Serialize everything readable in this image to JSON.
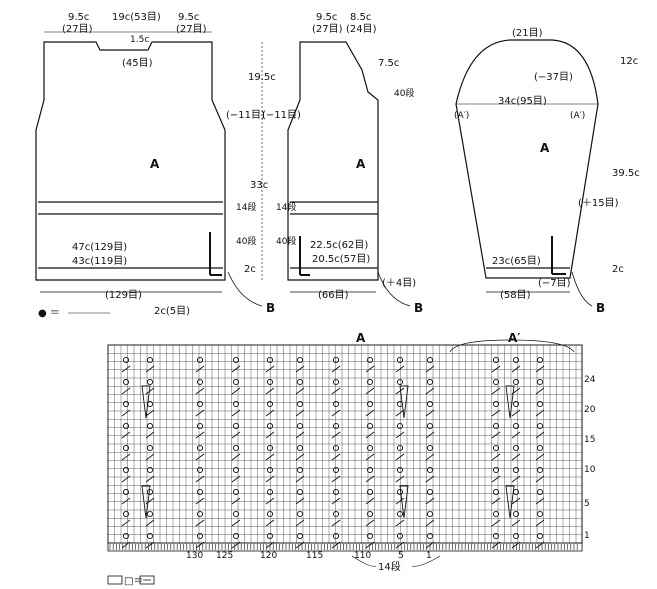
{
  "front": {
    "top_left": "9.5c",
    "top_mid": "19c(53目)",
    "top_right": "9.5c",
    "top_left_st": "(27目)",
    "top_right_st": "(27目)",
    "neck_depth": "1.5c",
    "neck_st": "(45目)",
    "armhole_h": "19.5c",
    "side_dec": "(−11目)",
    "body_h": "33c",
    "rib_h": "2c",
    "band14": "14段",
    "band40": "40段",
    "bust": "47c(129目)",
    "hip": "43c(119目)",
    "bottom_st": "(129目)",
    "label_A": "A",
    "label_B": "B"
  },
  "back": {
    "top_left": "9.5c",
    "top_right": "8.5c",
    "top_left_st": "(27目)",
    "top_right_st": "(24目)",
    "neck_depth": "7.5c",
    "neck_rows": "40段",
    "side_dec": "(−11目)",
    "band14": "14段",
    "band40": "40段",
    "bust": "22.5c(62目)",
    "hip": "20.5c(57目)",
    "inc": "(＋4目)",
    "bottom_st": "(66目)",
    "label_A": "A",
    "label_B": "B"
  },
  "sleeve": {
    "top_st": "(21目)",
    "cap_h": "12c",
    "cap_dec": "(−37目)",
    "width": "34c(95目)",
    "A_prime_l": "(A′)",
    "A_prime_r": "(A′)",
    "length": "39.5c",
    "inc": "(＋15目)",
    "cuff": "23c(65目)",
    "cuff_h": "2c",
    "dec": "(−7目)",
    "bottom_st": "(58目)",
    "label_A": "A",
    "label_B": "B"
  },
  "legend": {
    "dot_eq": "● ＝",
    "rib": "2c(5目)",
    "box_eq": "□＝"
  },
  "chart": {
    "label_A": "A",
    "label_Aprime": "A′",
    "rows_label": "14段",
    "row_nums": [
      "1",
      "5",
      "10",
      "15",
      "20",
      "24"
    ],
    "col_nums": [
      "130",
      "125",
      "120",
      "115",
      "110",
      "5",
      "1"
    ]
  }
}
